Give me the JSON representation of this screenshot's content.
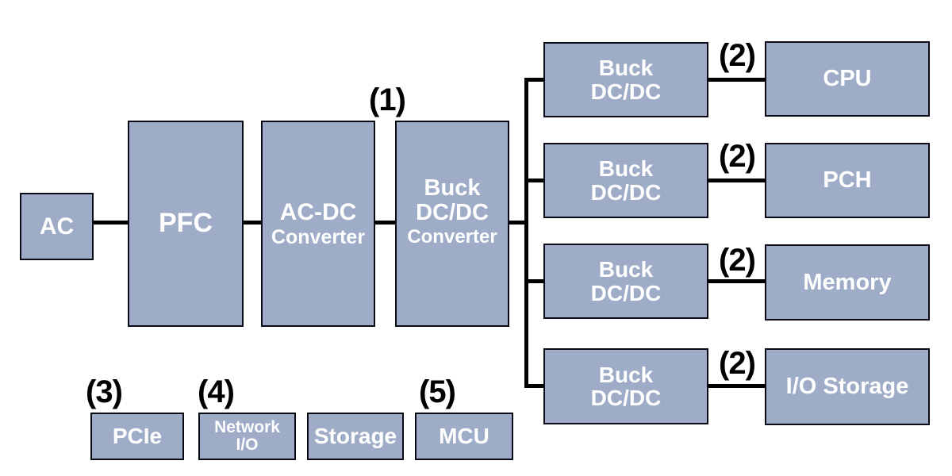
{
  "colors": {
    "box_fill": "#9FACC8",
    "box_border": "#0a0a14",
    "connector": "#000000",
    "box_text": "#ffffff",
    "annotation_text": "#000000",
    "background": "#ffffff"
  },
  "nodes": {
    "ac": {
      "label": "AC"
    },
    "pfc": {
      "label": "PFC"
    },
    "ac_dc_converter": {
      "line1": "AC-DC",
      "line2": "Converter"
    },
    "buck_dc_dc_converter": {
      "line1": "Buck",
      "line2": "DC/DC",
      "line3": "Converter"
    },
    "buck_rows": [
      {
        "line1": "Buck",
        "line2": "DC/DC"
      },
      {
        "line1": "Buck",
        "line2": "DC/DC"
      },
      {
        "line1": "Buck",
        "line2": "DC/DC"
      },
      {
        "line1": "Buck",
        "line2": "DC/DC"
      }
    ],
    "loads": [
      {
        "label": "CPU"
      },
      {
        "label": "PCH"
      },
      {
        "label": "Memory"
      },
      {
        "label": "I/O Storage"
      }
    ],
    "pcie": {
      "label": "PCIe"
    },
    "network_io": {
      "line1": "Network",
      "line2": "I/O"
    },
    "storage": {
      "label": "Storage"
    },
    "mcu": {
      "label": "MCU"
    }
  },
  "annotations": {
    "one": "(1)",
    "two": "(2)",
    "three": "(3)",
    "four": "(4)",
    "five": "(5)"
  }
}
